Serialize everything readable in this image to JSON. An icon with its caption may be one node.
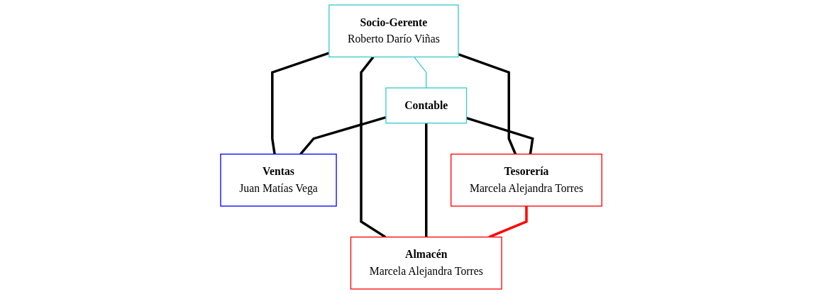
{
  "diagram": {
    "nodes": [
      {
        "text": [
          "Socio-Gerente",
          "Roberto Darío Viñas"
        ]
      },
      {
        "text": [
          "Contable"
        ]
      },
      {
        "text": [
          "Ventas",
          "Juan Matías Vega"
        ]
      },
      {
        "text": [
          "Tesorería",
          "Marcela Alejandra Torres"
        ]
      },
      {
        "text": [
          "Almacén",
          "Marcela Alejandra Torres"
        ]
      }
    ],
    "edges": [
      {
        "from": 0,
        "to": 1,
        "arrow": "none",
        "color": "#33cccc"
      },
      {
        "from": 0,
        "to": 2,
        "arrow": "none"
      },
      {
        "from": 0,
        "to": 3,
        "arrow": "none"
      },
      {
        "from": 0,
        "to": 4,
        "arrow": "none"
      },
      {
        "from": 1,
        "to": 2,
        "arrow": "none"
      },
      {
        "from": 1,
        "to": 3,
        "arrow": "none"
      },
      {
        "from": 1,
        "to": 4,
        "arrow": "none"
      },
      {
        "from": 3,
        "to": 4,
        "arrow": "none",
        "color": "#ff0000"
      }
    ]
  }
}
